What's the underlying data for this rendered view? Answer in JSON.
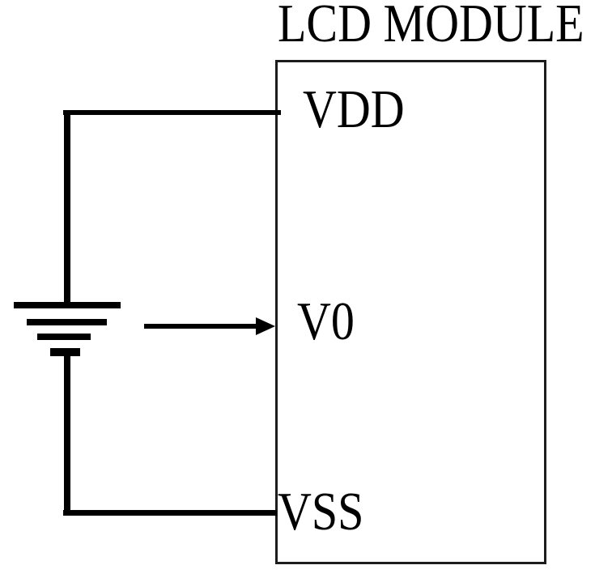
{
  "diagram": {
    "title": "LCD MODULE",
    "module": {
      "pins": [
        {
          "id": "vdd",
          "label": "VDD"
        },
        {
          "id": "v0",
          "label": "V0"
        },
        {
          "id": "vss",
          "label": "VSS"
        }
      ]
    },
    "icons": {
      "power_supply": "battery-symbol",
      "v0_connection": "right-arrow-icon"
    },
    "colors": {
      "line": "#000000",
      "box_border": "#1c1c1c",
      "background": "#ffffff"
    }
  }
}
